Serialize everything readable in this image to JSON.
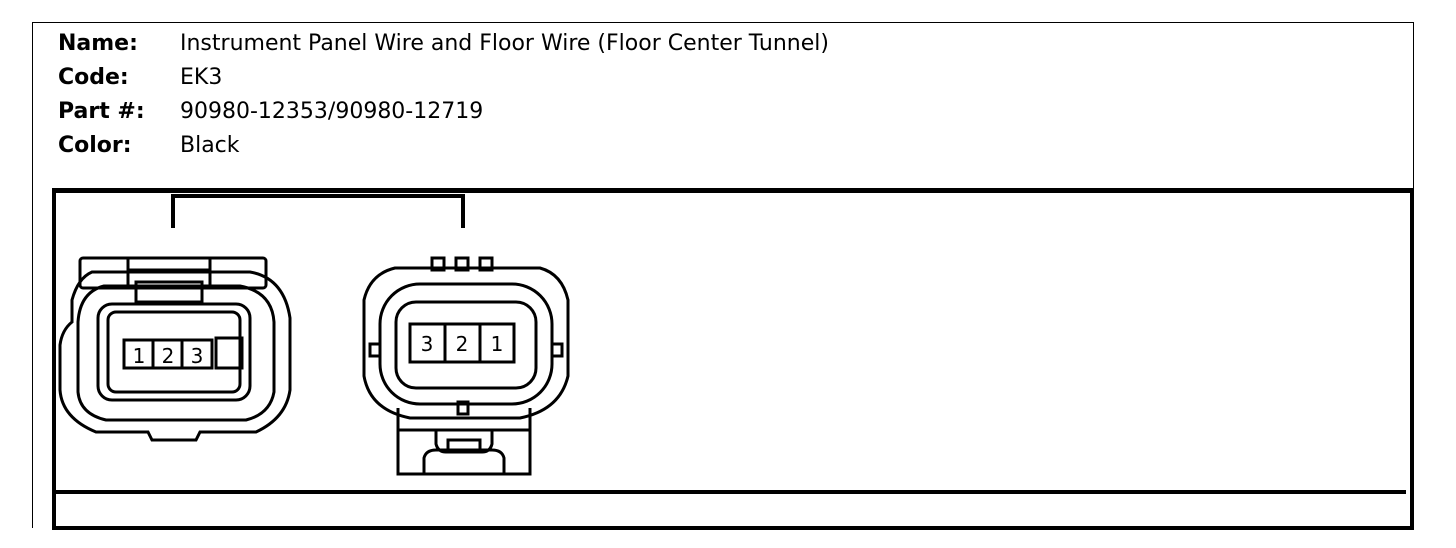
{
  "header": {
    "name_label": "Name:",
    "name_value": "Instrument Panel Wire and Floor Wire (Floor Center Tunnel)",
    "code_label": "Code:",
    "code_value": "EK3",
    "part_label": "Part #:",
    "part_value": "90980-12353/90980-12719",
    "color_label": "Color:",
    "color_value": "Black"
  },
  "connectors": {
    "left_pins": [
      "1",
      "2",
      "3"
    ],
    "right_pins": [
      "3",
      "2",
      "1"
    ]
  }
}
